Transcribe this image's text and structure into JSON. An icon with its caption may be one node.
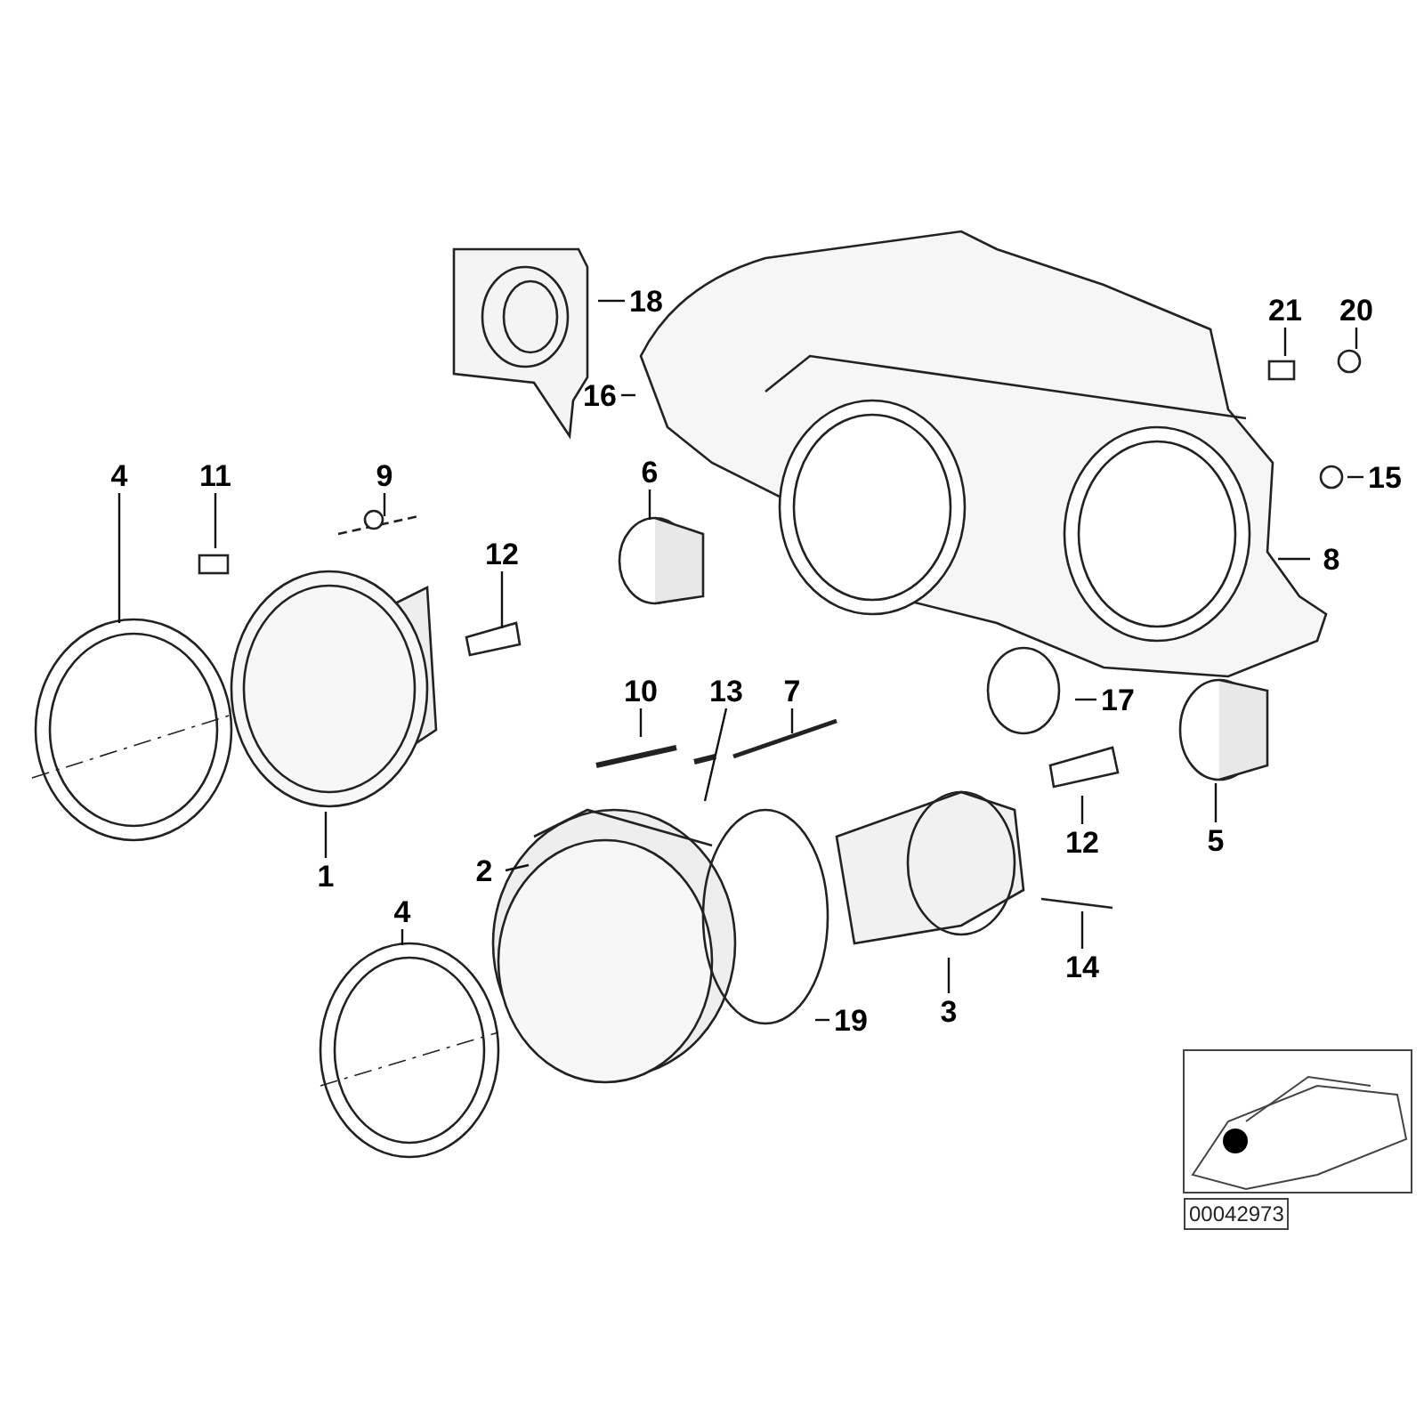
{
  "diagram": {
    "nodes": [
      {
        "text": [
          "18"
        ]
      },
      {
        "text": [
          "21"
        ]
      },
      {
        "text": [
          "20"
        ]
      },
      {
        "text": [
          "16"
        ]
      },
      {
        "text": [
          "4"
        ]
      },
      {
        "text": [
          "11"
        ]
      },
      {
        "text": [
          "9"
        ]
      },
      {
        "text": [
          "6"
        ]
      },
      {
        "text": [
          "15"
        ]
      },
      {
        "text": [
          "12"
        ]
      },
      {
        "text": [
          "8"
        ]
      },
      {
        "text": [
          "10"
        ]
      },
      {
        "text": [
          "13"
        ]
      },
      {
        "text": [
          "7"
        ]
      },
      {
        "text": [
          "17"
        ]
      },
      {
        "text": [
          "5"
        ]
      },
      {
        "text": [
          "12"
        ]
      },
      {
        "text": [
          "1"
        ]
      },
      {
        "text": [
          "2"
        ]
      },
      {
        "text": [
          "4"
        ]
      },
      {
        "text": [
          "14"
        ]
      },
      {
        "text": [
          "19"
        ]
      },
      {
        "text": [
          "3"
        ]
      }
    ],
    "edges": [
      {
        "from": 0,
        "to": null,
        "arrow": "none"
      },
      {
        "from": 1,
        "to": null,
        "arrow": "none"
      },
      {
        "from": 2,
        "to": null,
        "arrow": "none"
      },
      {
        "from": 3,
        "to": null,
        "arrow": "none"
      },
      {
        "from": 4,
        "to": null,
        "arrow": "none"
      },
      {
        "from": 5,
        "to": null,
        "arrow": "none"
      },
      {
        "from": 6,
        "to": null,
        "arrow": "none"
      },
      {
        "from": 7,
        "to": null,
        "arrow": "none"
      },
      {
        "from": 8,
        "to": null,
        "arrow": "none"
      },
      {
        "from": 9,
        "to": null,
        "arrow": "none"
      },
      {
        "from": 10,
        "to": null,
        "arrow": "none"
      },
      {
        "from": 11,
        "to": null,
        "arrow": "none"
      },
      {
        "from": 12,
        "to": null,
        "arrow": "none"
      },
      {
        "from": 13,
        "to": null,
        "arrow": "none"
      },
      {
        "from": 14,
        "to": null,
        "arrow": "none"
      },
      {
        "from": 15,
        "to": null,
        "arrow": "none"
      },
      {
        "from": 16,
        "to": null,
        "arrow": "none"
      },
      {
        "from": 17,
        "to": null,
        "arrow": "none"
      },
      {
        "from": 18,
        "to": null,
        "arrow": "none"
      },
      {
        "from": 19,
        "to": null,
        "arrow": "none"
      },
      {
        "from": 20,
        "to": null,
        "arrow": "none"
      },
      {
        "from": 21,
        "to": null,
        "arrow": "none"
      },
      {
        "from": 22,
        "to": null,
        "arrow": "none"
      }
    ],
    "labels": [
      "00042973"
    ]
  }
}
